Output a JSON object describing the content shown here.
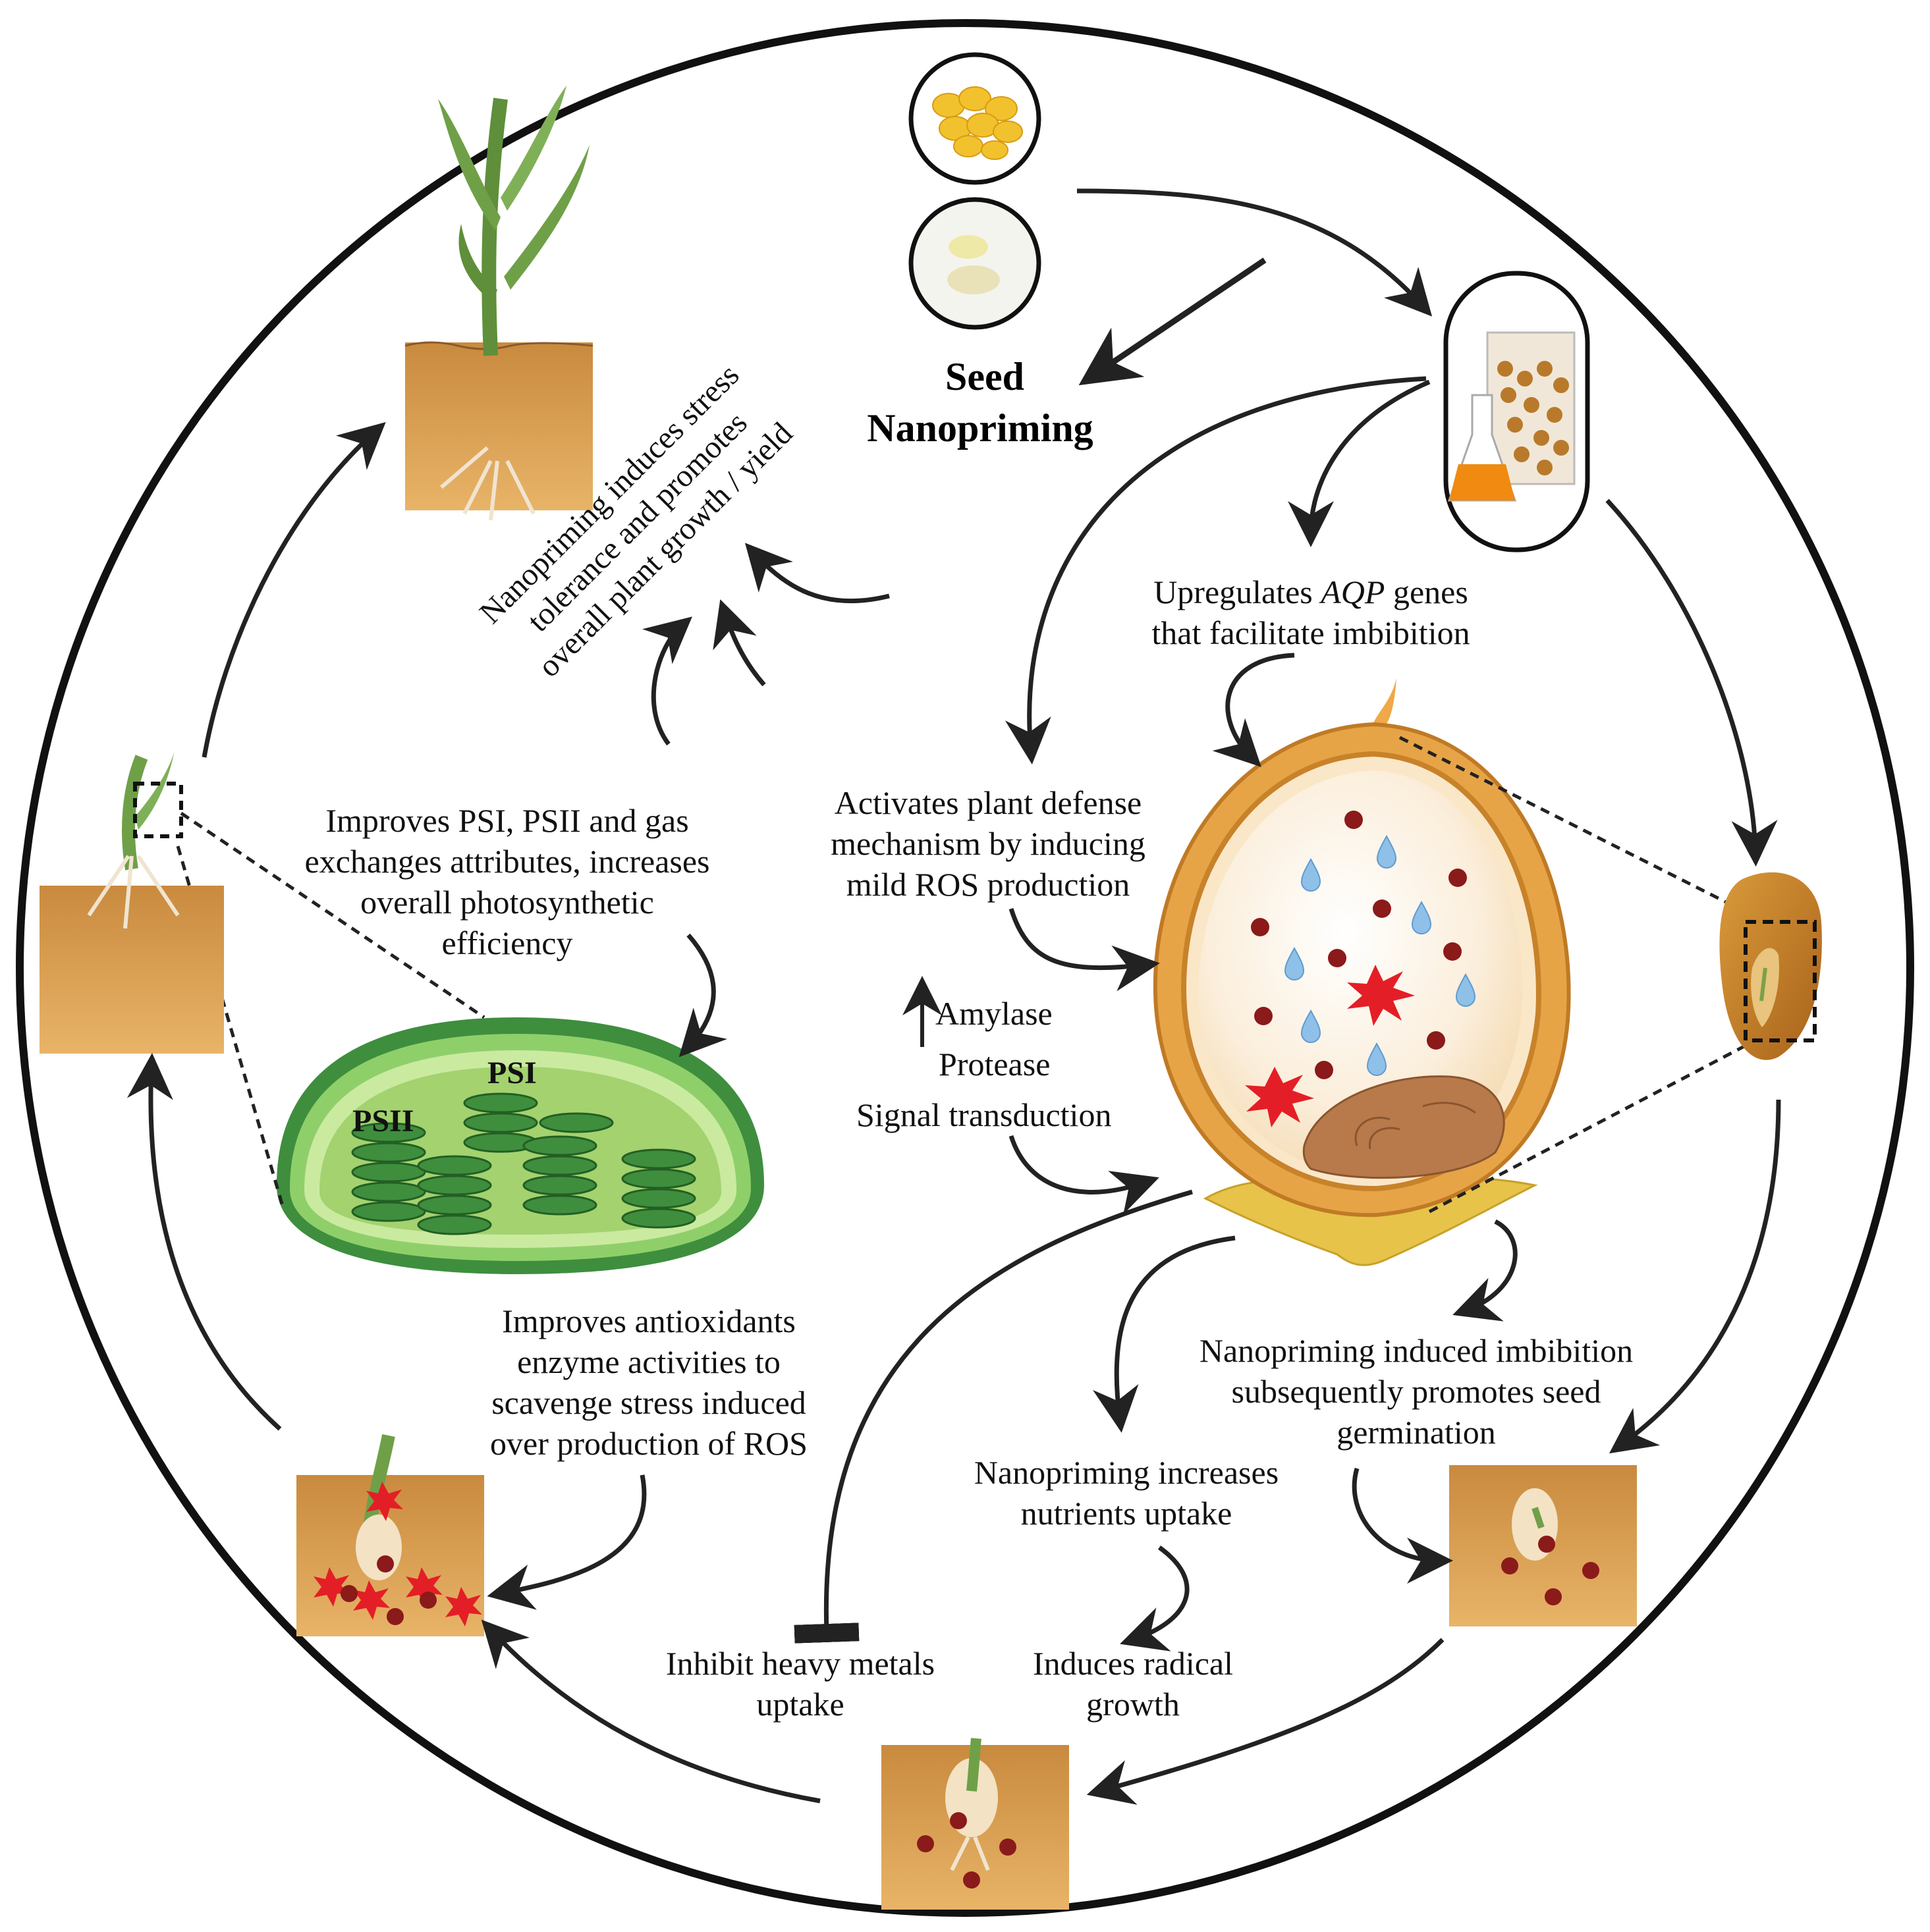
{
  "title": {
    "line1": "Seed",
    "line2": "Nanopriming"
  },
  "labels": {
    "aqp_prefix": "Upregulates ",
    "aqp_gene": "AQP",
    "aqp_suffix": " genes",
    "aqp_line2": "that facilitate imbibition",
    "defense": [
      "Activates plant defense",
      "mechanism by inducing",
      "mild ROS production"
    ],
    "enzymes": [
      "Amylase",
      "Protease",
      "Signal transduction"
    ],
    "imbibition": [
      "Nanopriming induced imbibition",
      "subsequently promotes seed",
      "germination"
    ],
    "nutrients": [
      "Nanopriming increases",
      "nutrients uptake"
    ],
    "radical": [
      "Induces radical",
      "growth"
    ],
    "heavy_metals": [
      "Inhibit heavy metals",
      "uptake"
    ],
    "antioxidants": [
      "Improves antioxidants",
      "enzyme activities to",
      "scavenge stress induced",
      "over production of ROS"
    ],
    "photosynthesis": [
      "Improves PSI, PSII and gas",
      "exchanges attributes, increases",
      "overall  photosynthetic",
      "efficiency"
    ],
    "tolerance": [
      "Nanopriming induces stress",
      "tolerance and promotes",
      "overall plant growth / yield"
    ],
    "psi": "PSI",
    "psii": "PSII"
  },
  "colors": {
    "circle": "#111111",
    "arrow": "#222222",
    "soil": "#d9a55c",
    "seed_coat": "#e8a347",
    "ros_star": "#e41e26",
    "nanoparticle": "#8b1a1a",
    "water_drop": "#7fb3e0",
    "chloroplast": "#3e8e3e"
  },
  "icons": [
    "corn-kernels-icon",
    "nanopowder-icon",
    "beaker-seeds-icon",
    "seed-section-icon",
    "corn-seed-icon",
    "chloroplast-icon",
    "seedling-icon",
    "maize-plant-icon"
  ]
}
